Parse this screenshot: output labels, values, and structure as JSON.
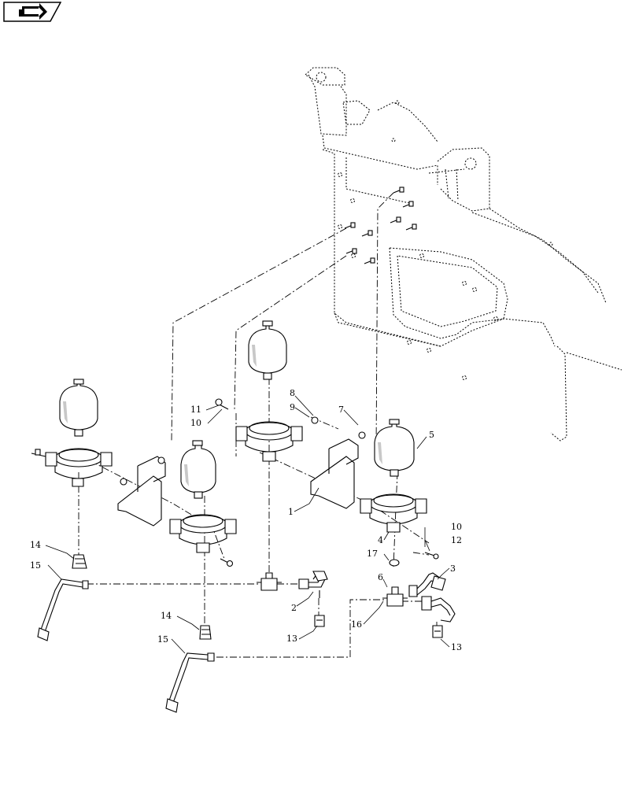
{
  "nav_icon": "next-page-arrow-icon",
  "callouts": [
    {
      "id": "c1",
      "text": "1"
    },
    {
      "id": "c2",
      "text": "2"
    },
    {
      "id": "c3",
      "text": "3"
    },
    {
      "id": "c4",
      "text": "4"
    },
    {
      "id": "c5",
      "text": "5"
    },
    {
      "id": "c6",
      "text": "6"
    },
    {
      "id": "c7",
      "text": "7"
    },
    {
      "id": "c8",
      "text": "8"
    },
    {
      "id": "c9",
      "text": "9"
    },
    {
      "id": "c10a",
      "text": "10"
    },
    {
      "id": "c10b",
      "text": "10"
    },
    {
      "id": "c11",
      "text": "11"
    },
    {
      "id": "c12",
      "text": "12"
    },
    {
      "id": "c13a",
      "text": "13"
    },
    {
      "id": "c13b",
      "text": "13"
    },
    {
      "id": "c14a",
      "text": "14"
    },
    {
      "id": "c14b",
      "text": "14"
    },
    {
      "id": "c15a",
      "text": "15"
    },
    {
      "id": "c15b",
      "text": "15"
    },
    {
      "id": "c16",
      "text": "16"
    },
    {
      "id": "c17",
      "text": "17"
    }
  ]
}
